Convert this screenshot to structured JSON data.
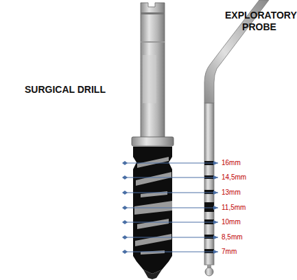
{
  "diagram": {
    "labels": [
      "SURGICAL DRILL",
      "EXPLORATORY PROBE",
      "16mm",
      "14,5mm",
      "13mm",
      "11,5mm",
      "10mm",
      "8,5mm",
      "7mm"
    ]
  }
}
